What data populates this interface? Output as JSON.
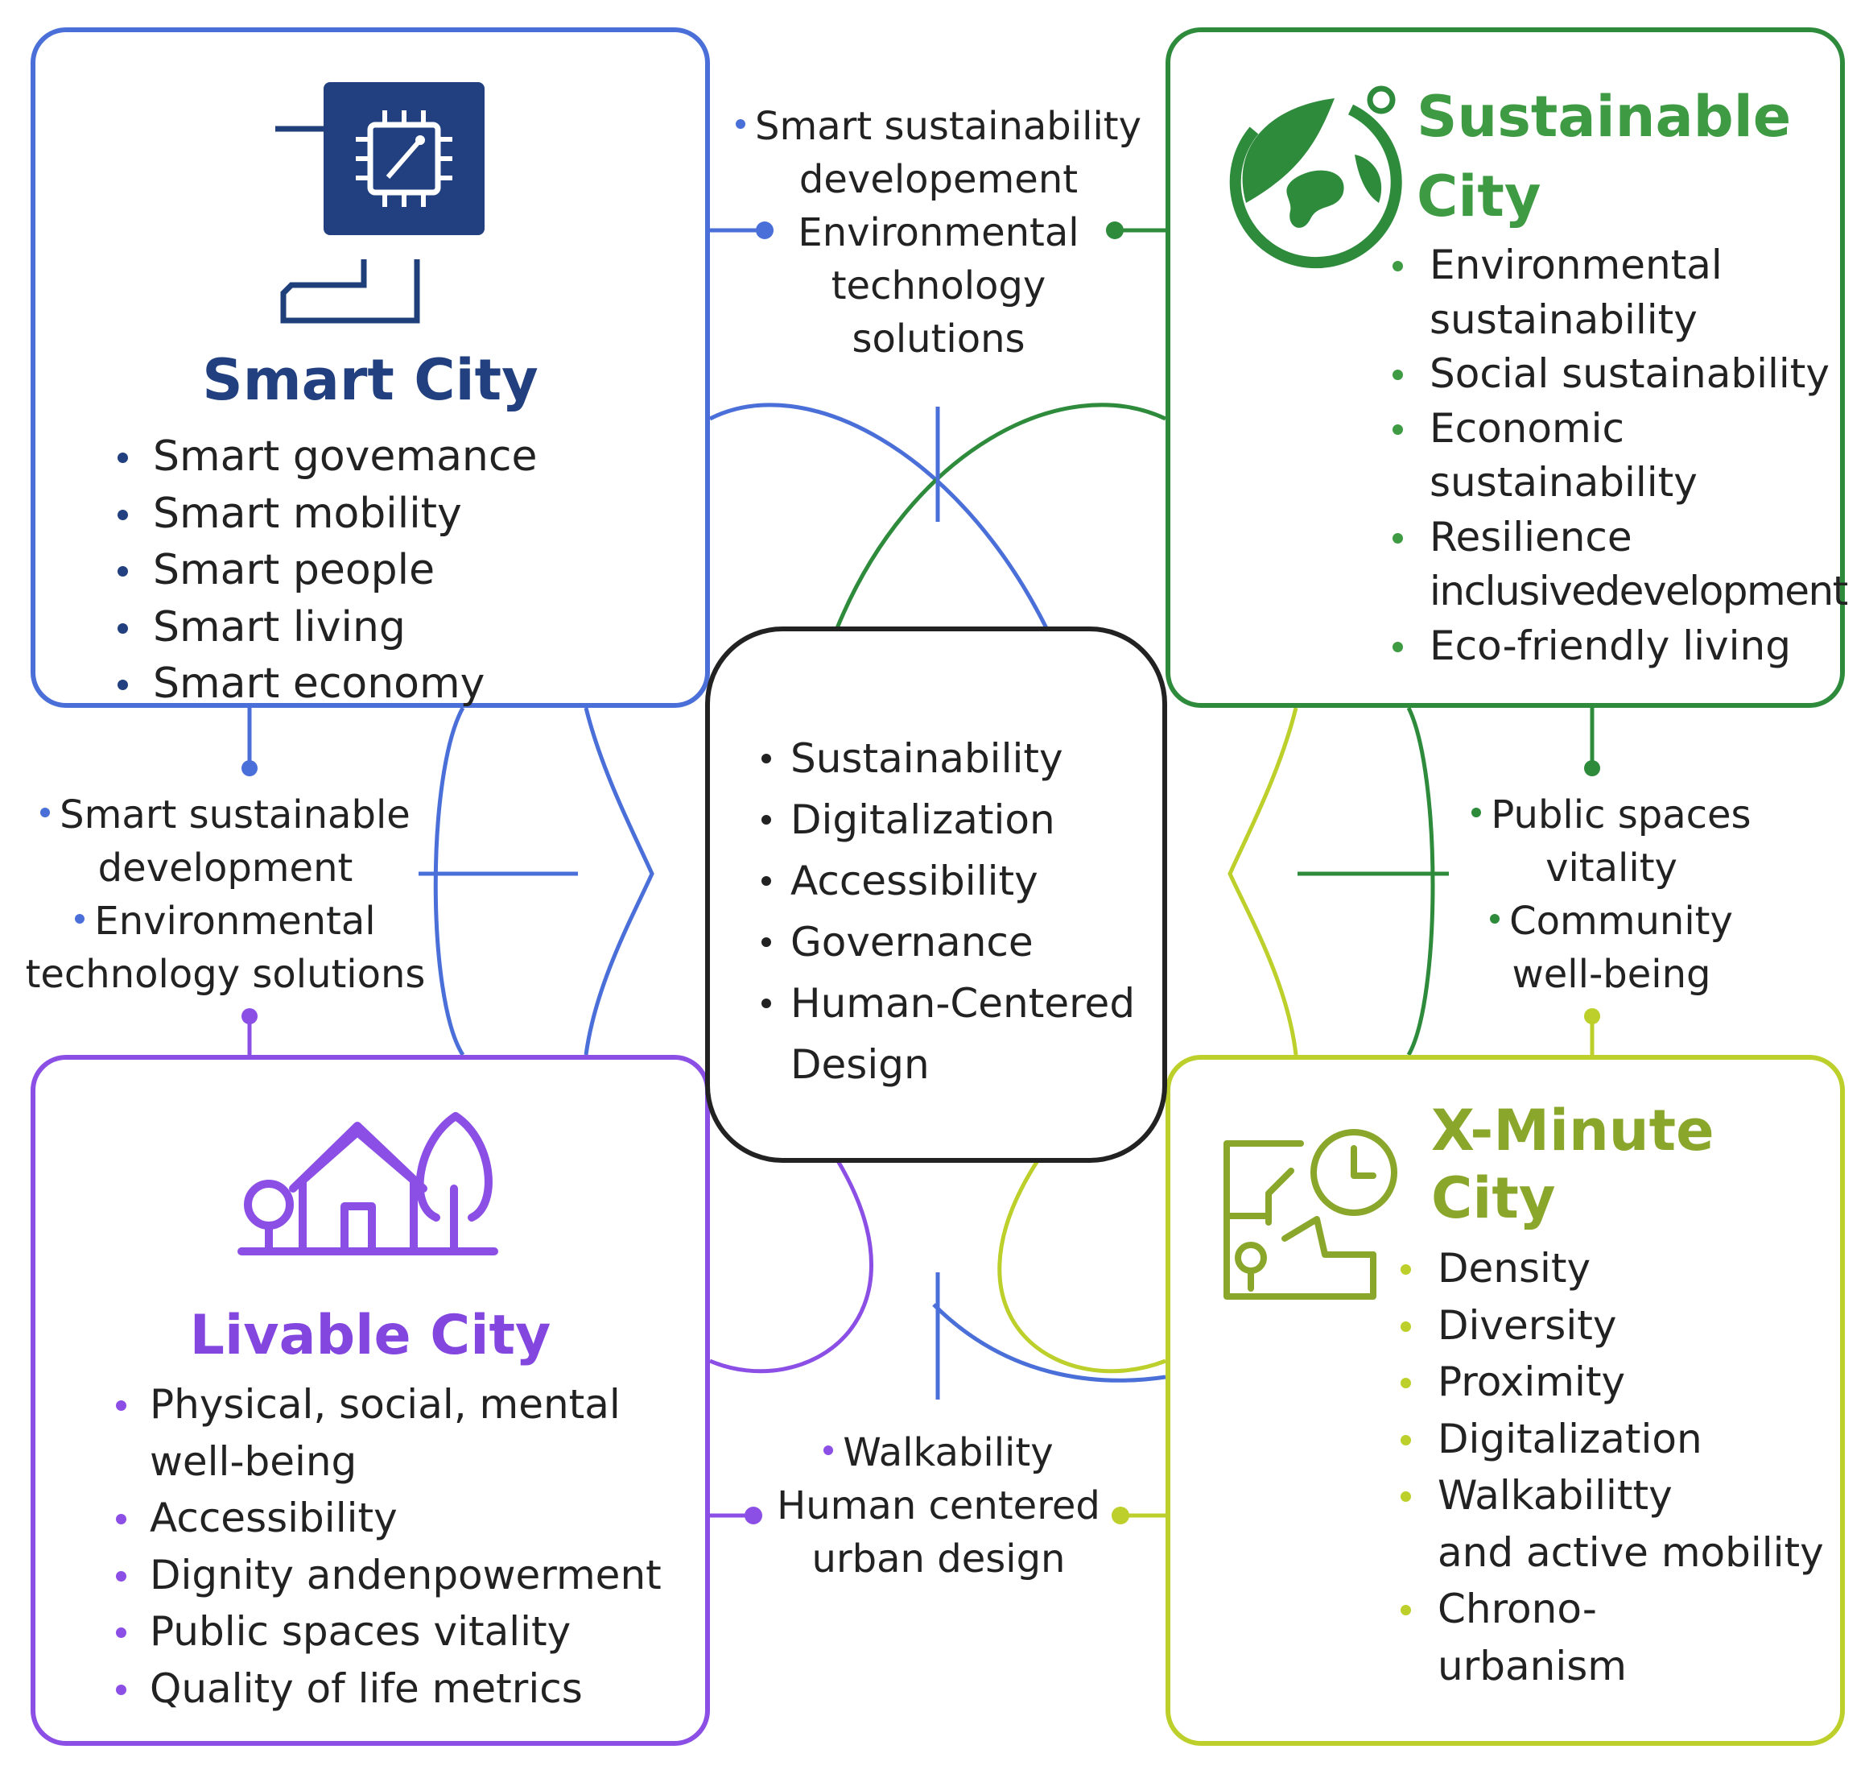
{
  "smart_city": {
    "title": "Smart City",
    "icon": "chip-circuit-icon",
    "color": "#4a6fd8",
    "items": [
      "Smart govemance",
      "Smart mobility",
      "Smart people",
      "Smart living",
      "Smart economy"
    ]
  },
  "sustainable_city": {
    "title": "Sustainable City",
    "icon": "globe-leaf-icon",
    "color": "#2e8b3c",
    "items": [
      {
        "text": "Environmental",
        "bullet": true
      },
      {
        "text": "sustainability",
        "bullet": false
      },
      {
        "text": "Social sustainability",
        "bullet": true
      },
      {
        "text": "Economic",
        "bullet": true
      },
      {
        "text": "sustainability",
        "bullet": false
      },
      {
        "text": "Resilience",
        "bullet": true
      },
      {
        "text": "inclusivedevelopment",
        "bullet": false
      },
      {
        "text": "Eco-friendly living",
        "bullet": true
      }
    ]
  },
  "livable_city": {
    "title": "Livable City",
    "icon": "house-trees-icon",
    "color": "#8c4fe6",
    "items": [
      {
        "text": "Physical, social, mental",
        "bullet": true
      },
      {
        "text": "well-being",
        "bullet": false
      },
      {
        "text": "Accessibility",
        "bullet": true
      },
      {
        "text": "Dignity andenpowerment",
        "bullet": true
      },
      {
        "text": "Public spaces vitality",
        "bullet": true
      },
      {
        "text": "Quality of life metrics",
        "bullet": true
      }
    ]
  },
  "xminute_city": {
    "title": "X-Minute City",
    "icon": "map-clock-icon",
    "color": "#bccf2a",
    "items": [
      {
        "text": "Density",
        "bullet": true
      },
      {
        "text": "Diversity",
        "bullet": true
      },
      {
        "text": "Proximity",
        "bullet": true
      },
      {
        "text": "Digitalization",
        "bullet": true
      },
      {
        "text": "Walkabilitty",
        "bullet": true
      },
      {
        "text": "and active mobility",
        "bullet": false
      },
      {
        "text": "Chrono-",
        "bullet": true
      },
      {
        "text": "urbanism",
        "bullet": false
      }
    ]
  },
  "center": {
    "items": [
      {
        "text": "Sustainability",
        "bullet": true
      },
      {
        "text": "Digitalization",
        "bullet": true
      },
      {
        "text": "Accessibility",
        "bullet": true
      },
      {
        "text": "Governance",
        "bullet": true
      },
      {
        "text": "Human-Centered",
        "bullet": true
      },
      {
        "text": "Design",
        "bullet": false
      }
    ]
  },
  "connectors": {
    "top": {
      "line1": "Smart sustainability",
      "line2": "developement",
      "line3": "Environmental",
      "line4": "technology",
      "line5": "solutions"
    },
    "left": {
      "line1": "Smart sustainable",
      "line2": "development",
      "line3": "Environmental",
      "line4": "technology solutions"
    },
    "right": {
      "line1": "Public spaces",
      "line2": "vitality",
      "line3": "Community",
      "line4": "well-being"
    },
    "bottom": {
      "line1": "Walkability",
      "line2": "Human centered",
      "line3": "urban design"
    }
  }
}
